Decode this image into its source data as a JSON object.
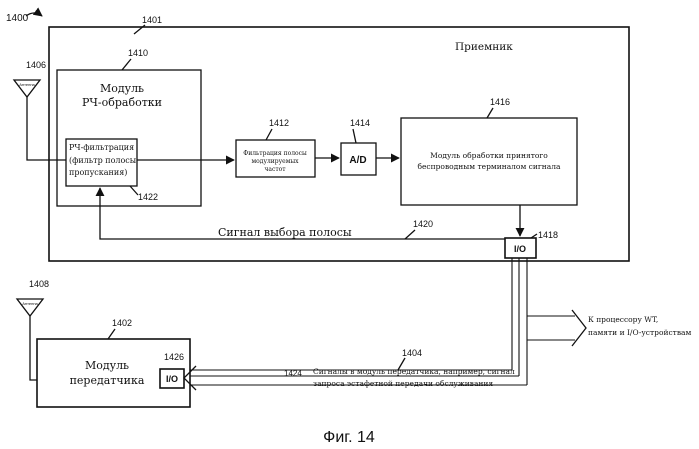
{
  "figure_number": "1400",
  "caption": "Фиг. 14",
  "refs": {
    "r1401": "1401",
    "r1406": "1406",
    "r1410": "1410",
    "r1412": "1412",
    "r1414": "1414",
    "r1416": "1416",
    "r1418": "1418",
    "r1420": "1420",
    "r1422": "1422",
    "r1408": "1408",
    "r1402": "1402",
    "r1426": "1426",
    "r1424": "1424",
    "r1404": "1404"
  },
  "receiver": {
    "label": "Приемник"
  },
  "rf_module": {
    "title_line1": "Модуль",
    "title_line2": "РЧ-обработки"
  },
  "rf_filter": {
    "line1": "РЧ-фильтрация",
    "line2": "(фильтр полосы",
    "line3": "пропускания)"
  },
  "mod_filter": {
    "line1": "Фильтрация полосы",
    "line2": "модулируемых",
    "line3": "частот"
  },
  "adc": {
    "label": "A/D"
  },
  "proc_module": {
    "line1": "Модуль обработки принятого",
    "line2": "беспроводным терминалом сигнала"
  },
  "band_select": {
    "label": "Сигнал выбора полосы"
  },
  "io_receiver": {
    "label": "I/O"
  },
  "io_transmitter": {
    "label": "I/O"
  },
  "antenna_rx": {
    "label": "Антенна"
  },
  "antenna_tx": {
    "label": "Антенна"
  },
  "transmitter": {
    "line1": "Модуль",
    "line2": "передатчика"
  },
  "to_processor": {
    "line1": "К процессору WT,",
    "line2": "памяти и I/O-устройствам"
  },
  "tx_signal": {
    "line1": "Сигналы в модуль передатчика, например, сигнал",
    "line2": "запроса эстафетной передачи обслуживания"
  }
}
